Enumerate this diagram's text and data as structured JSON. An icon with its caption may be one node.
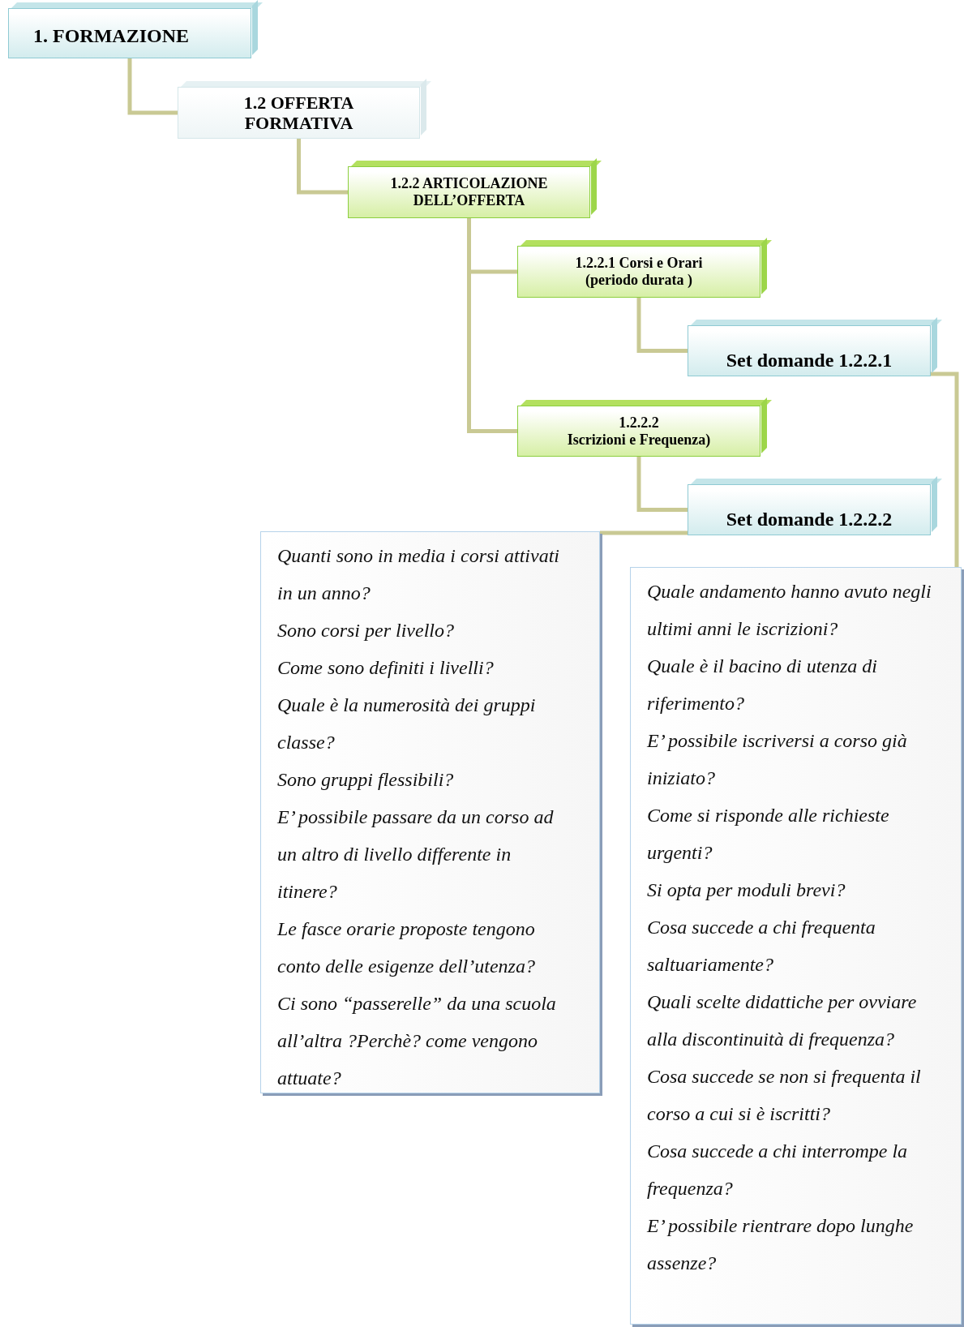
{
  "diagram": {
    "nodes": [
      {
        "text": [
          "1. FORMAZIONE"
        ]
      },
      {
        "text": [
          "1.2  OFFERTA FORMATIVA"
        ]
      },
      {
        "text": [
          "1.2.2  ARTICOLAZIONE DELL’OFFERTA"
        ]
      },
      {
        "text": [
          "1.2.2.1 Corsi e Orari (periodo durata )"
        ]
      },
      {
        "text": [
          "Set domande 1.2.2.1"
        ]
      },
      {
        "text": [
          "1.2.2.2",
          "Iscrizioni e Frequenza)"
        ]
      },
      {
        "text": [
          "Set domande 1.2.2.2"
        ]
      },
      {
        "text": [
          "Quanti sono in media i corsi attivati in un anno?",
          "Sono corsi per livello?",
          "Come sono definiti i livelli?",
          "Quale è la numerosità dei gruppi classe?",
          "Sono gruppi flessibili?",
          "E’ possibile passare da un corso ad un altro di livello differente in itinere?",
          "Le fasce orarie proposte tengono conto delle esigenze dell’utenza?",
          "Ci sono  “passerelle”  da una scuola all’altra ?Perchè? come vengono attuate?"
        ]
      },
      {
        "text": [
          "Quale andamento hanno avuto negli ultimi anni le iscrizioni?",
          "Quale è il bacino di utenza di riferimento?",
          "E’ possibile iscriversi a corso già iniziato?",
          "Come si risponde alle  richieste urgenti?",
          "Si opta per moduli brevi?",
          "Cosa succede a chi frequenta saltuariamente?",
          "Quali scelte didattiche per ovviare alla discontinuità di frequenza?",
          "Cosa succede se non si frequenta il corso a cui si è iscritti?",
          "Cosa succede a chi interrompe la frequenza?",
          "E’ possibile rientrare dopo lunghe assenze?"
        ]
      }
    ],
    "edges": [
      {
        "from": 0,
        "to": 1,
        "arrow": "none"
      },
      {
        "from": 1,
        "to": 2,
        "arrow": "none"
      },
      {
        "from": 2,
        "to": 3,
        "arrow": "none"
      },
      {
        "from": 2,
        "to": 5,
        "arrow": "none"
      },
      {
        "from": 3,
        "to": 4,
        "arrow": "none"
      },
      {
        "from": 5,
        "to": 6,
        "arrow": "none"
      },
      {
        "from": 6,
        "to": 7,
        "arrow": "none"
      },
      {
        "from": 4,
        "to": 8,
        "arrow": "none"
      }
    ]
  }
}
